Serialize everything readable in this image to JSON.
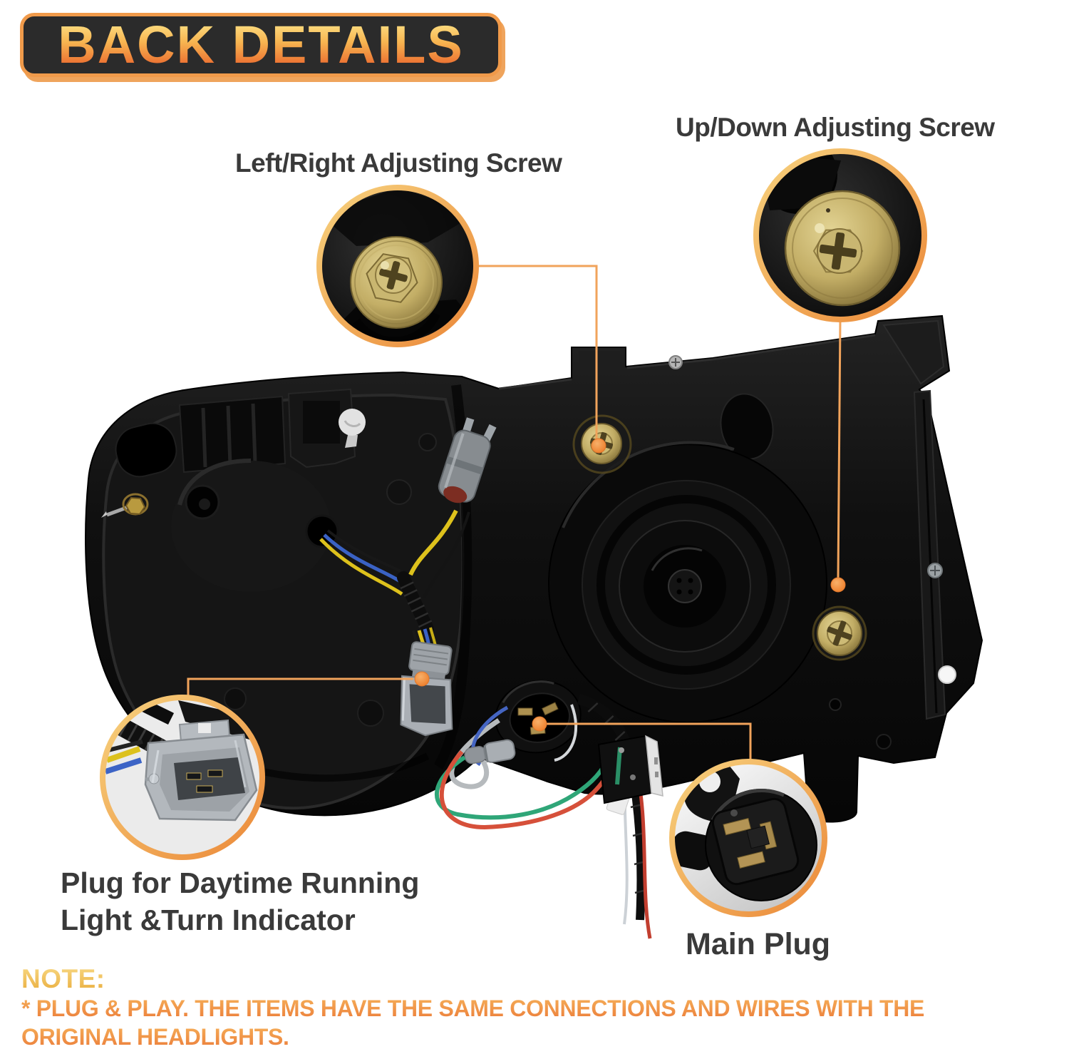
{
  "title": {
    "text": "BACK DETAILS"
  },
  "annotations": {
    "left_right_screw_label": "Left/Right Adjusting Screw",
    "up_down_screw_label": "Up/Down Adjusting Screw",
    "drl_plug_label_line1": "Plug for Daytime Running",
    "drl_plug_label_line2": "Light &Turn Indicator",
    "main_plug_label": "Main Plug"
  },
  "note": {
    "heading": "NOTE:",
    "line1": "* PLUG & PLAY. THE ITEMS HAVE THE SAME CONNECTIONS AND WIRES WITH THE",
    "line2": "ORIGINAL HEADLIGHTS."
  },
  "colors": {
    "accent_orange": "#f1a35b",
    "callout_dot": "#ee8830",
    "ring_gradient_start": "#f7d27e",
    "ring_gradient_end": "#eb8838",
    "title_box_bg": "#2b2b2b",
    "title_border": "#f09a4a",
    "label_text": "#3a3a3a",
    "brass_screw": "#c3ae66",
    "housing_black": "#0c0c0c"
  }
}
